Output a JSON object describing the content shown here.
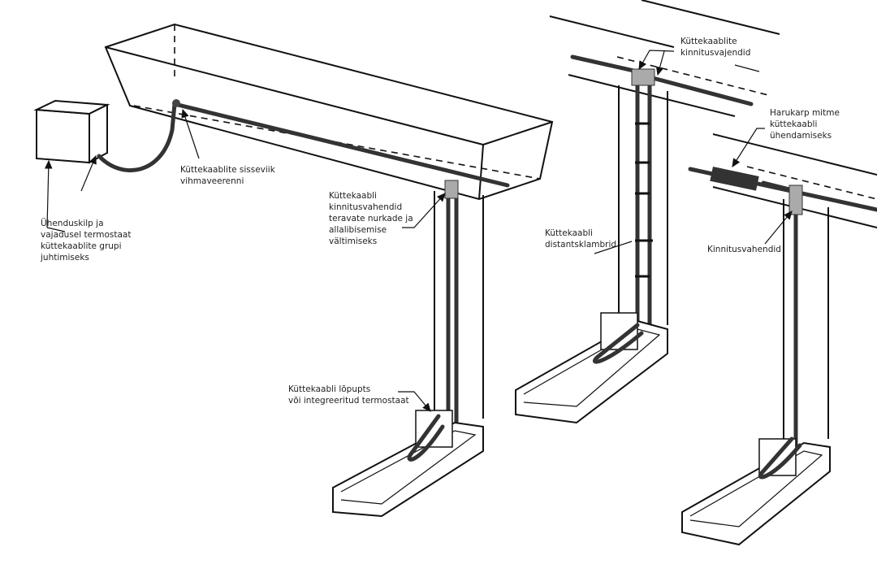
{
  "labels": {
    "inlet": [
      "Küttekaablite sisseviik",
      "vihmaveerenni"
    ],
    "fixings_corners": [
      "Küttekaabli",
      "kinnitusvahendid",
      "teravate nurkade ja",
      "allalibisemise",
      "vältimiseks"
    ],
    "junction_box": [
      "Ühenduskilp ja",
      "vajadusel termostaat",
      "küttekaablite grupi",
      "juhtimiseks"
    ],
    "fixing_sleeves": [
      "Küttekaablite",
      "kinnitusvajendid"
    ],
    "branch_box": [
      "Harukarp mitme",
      "küttekaabli",
      "ühendamiseks"
    ],
    "spacer_clamps": [
      "Küttekaabli",
      "distantsklambrid"
    ],
    "fixings": [
      "Kinnitusvahendid"
    ],
    "end_seal": [
      "Küttekaabli lõpupts",
      "või integreeritud termostaat"
    ]
  }
}
